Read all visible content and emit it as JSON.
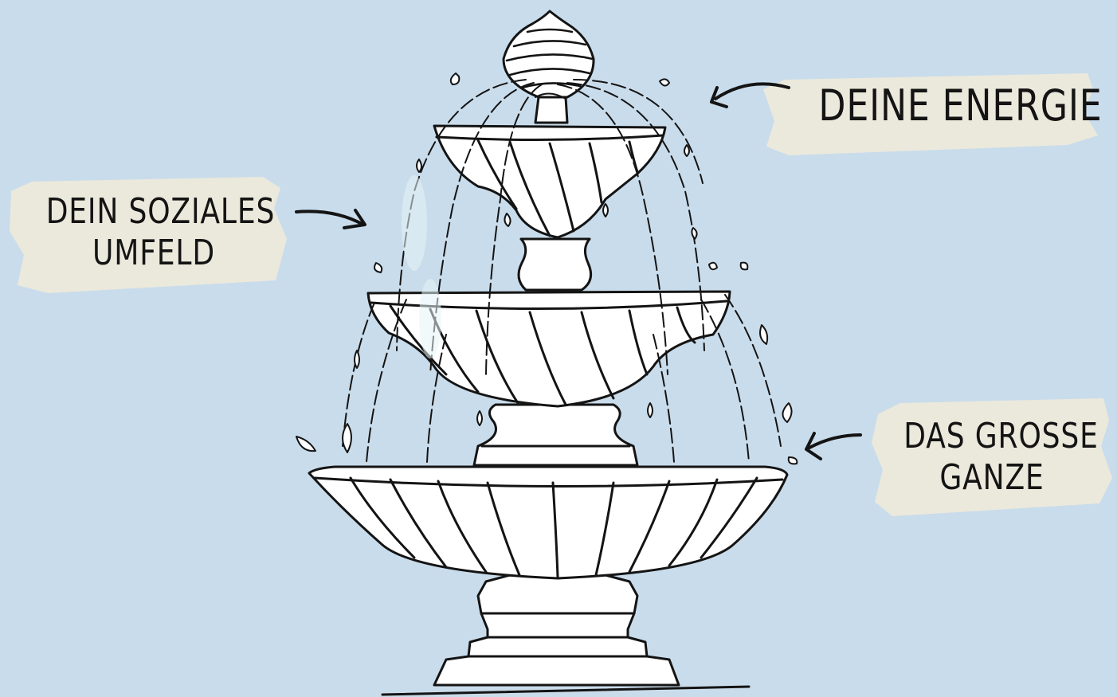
{
  "labels": {
    "energie": {
      "text": "DEINE ENERGIE"
    },
    "sozial": {
      "line1": "DEIN SOZIALES",
      "line2": "UMFELD"
    },
    "ganze": {
      "line1": "DAS GROSSE",
      "line2": "GANZE"
    }
  },
  "colors": {
    "background": "#c9dceb",
    "tape": "#ebe9dc",
    "ink": "#141414",
    "fountain_fill": "#ffffff"
  },
  "icons": [
    "fountain-illustration",
    "arrow-left-icon",
    "arrow-right-icon",
    "water-drop-icon"
  ]
}
